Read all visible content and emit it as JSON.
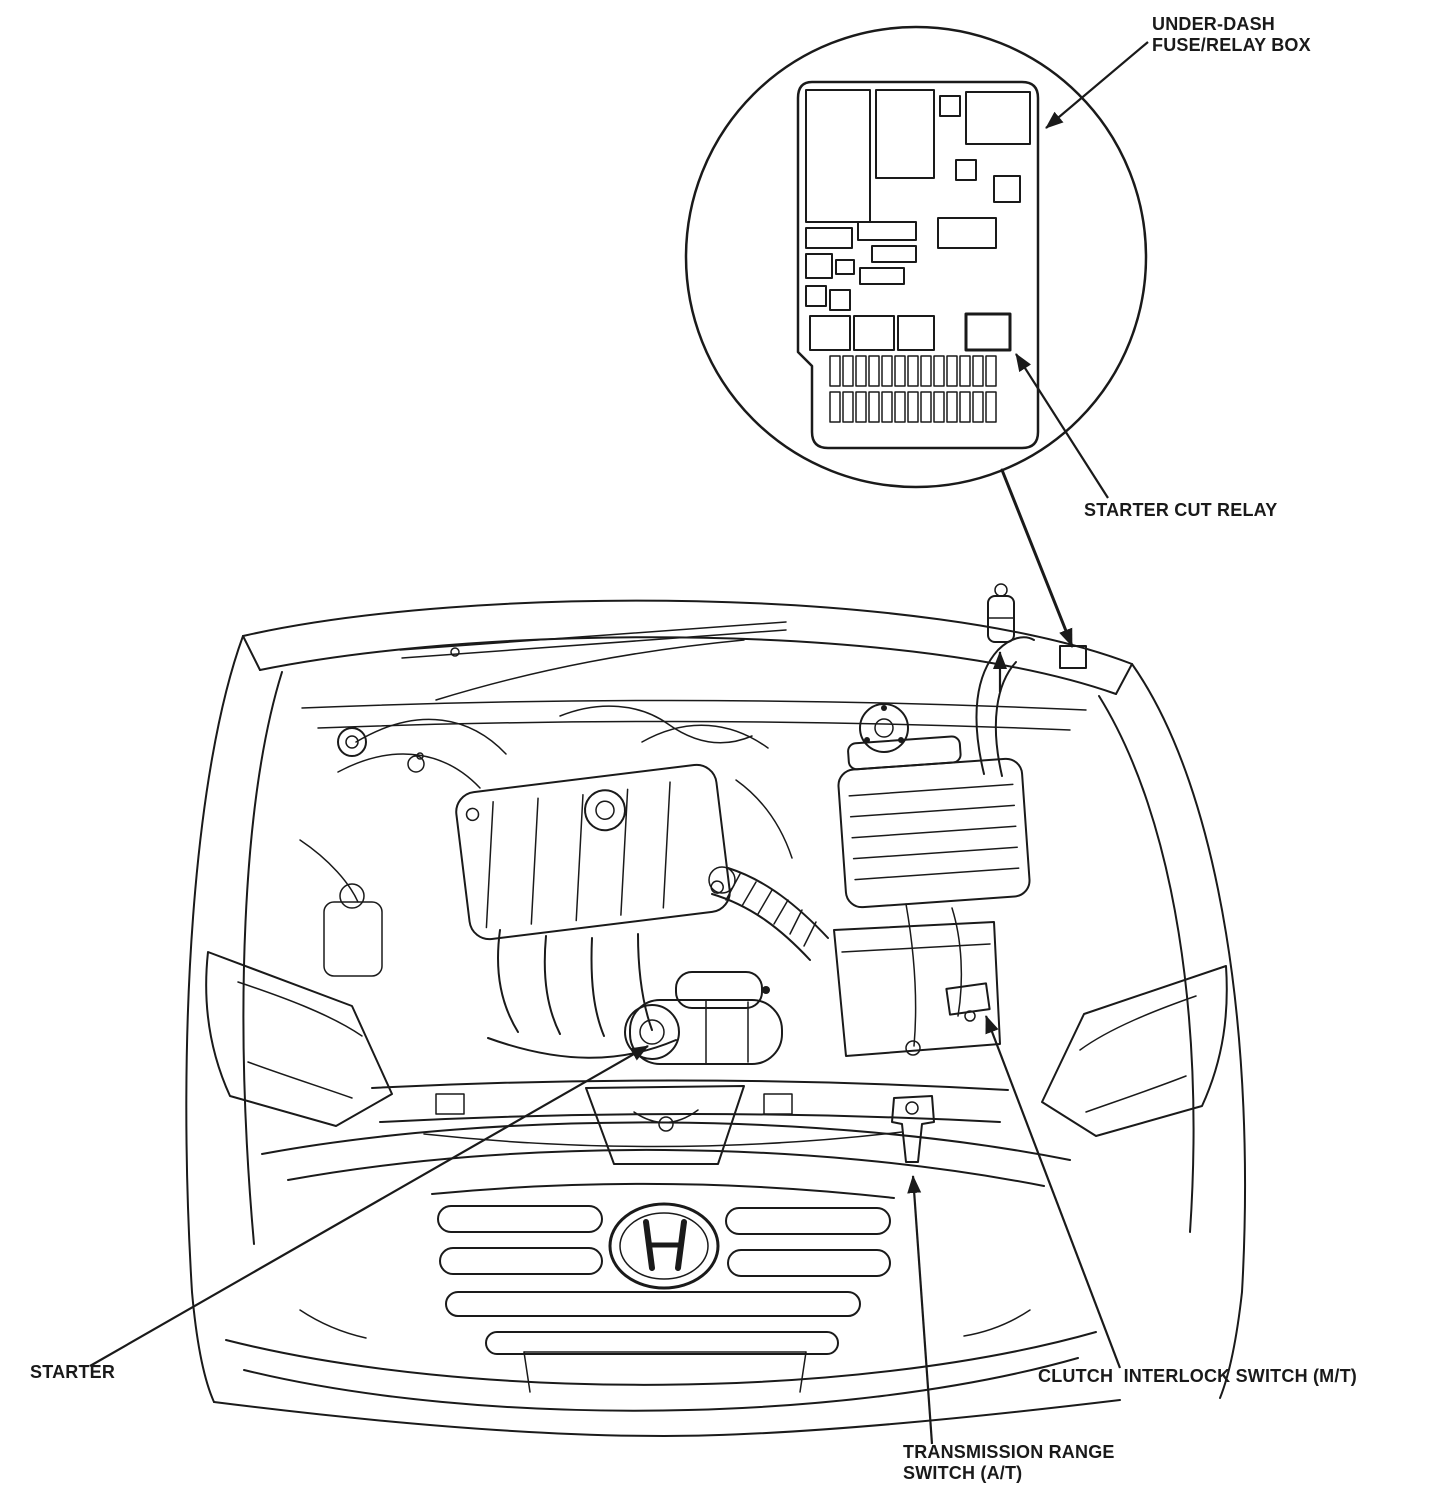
{
  "figure": {
    "background_color": "#ffffff",
    "line_color": "#1a1a1a"
  },
  "callouts": {
    "under_dash_fuse_relay_box": {
      "label": "UNDER-DASH\nFUSE/RELAY BOX"
    },
    "starter_cut_relay": {
      "label": "STARTER CUT RELAY"
    },
    "starter": {
      "label": "STARTER"
    },
    "clutch_interlock_switch": {
      "label": "CLUTCH  INTERLOCK SWITCH (M/T)"
    },
    "transmission_range_switch": {
      "label": "TRANSMISSION RANGE\nSWITCH (A/T)"
    }
  }
}
